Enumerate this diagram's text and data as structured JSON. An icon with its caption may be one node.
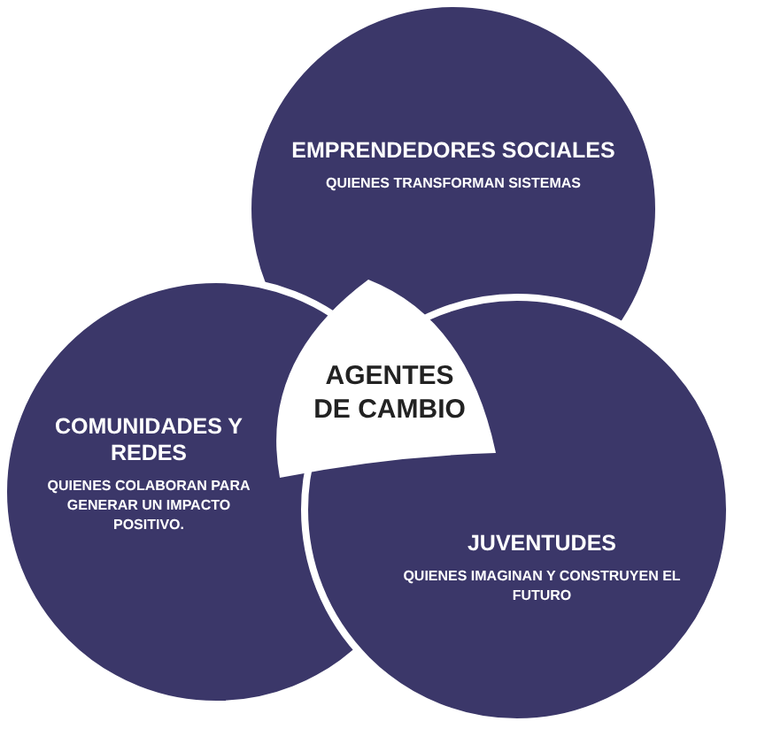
{
  "diagram": {
    "nodes": [
      {
        "text": [
          "EMPRENDEDORES SOCIALES",
          "QUIENES TRANSFORMAN SISTEMAS"
        ]
      },
      {
        "text": [
          "COMUNIDADES Y REDES",
          "QUIENES COLABORAN PARA GENERAR UN IMPACTO POSITIVO."
        ]
      },
      {
        "text": [
          "JUVENTUDES",
          "QUIENES IMAGINAN Y CONSTRUYEN EL FUTURO"
        ]
      }
    ],
    "edges": [],
    "labels": [
      "AGENTES DE CAMBIO"
    ]
  }
}
